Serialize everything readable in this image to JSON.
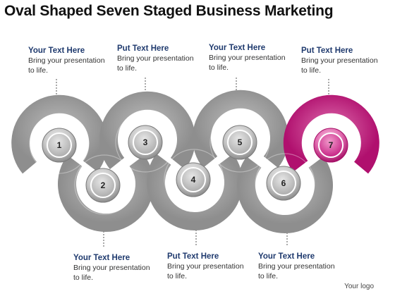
{
  "title": "Oval Shaped Seven Staged Business Marketing",
  "top_callouts": [
    {
      "heading": "Your Text Here",
      "body": "Bring your presentation to life."
    },
    {
      "heading": "Put Text Here",
      "body": "Bring your presentation to life."
    },
    {
      "heading": "Your Text Here",
      "body": "Bring your presentation to life."
    },
    {
      "heading": "Put Text Here",
      "body": "Bring your presentation to life."
    }
  ],
  "bottom_callouts": [
    {
      "heading": "Your Text Here",
      "body": "Bring your presentation to life."
    },
    {
      "heading": "Put Text Here",
      "body": "Bring your presentation to life."
    },
    {
      "heading": "Your Text Here",
      "body": "Bring your presentation to life."
    }
  ],
  "stages": [
    {
      "number": "1",
      "highlighted": false
    },
    {
      "number": "2",
      "highlighted": false
    },
    {
      "number": "3",
      "highlighted": false
    },
    {
      "number": "4",
      "highlighted": false
    },
    {
      "number": "5",
      "highlighted": false
    },
    {
      "number": "6",
      "highlighted": false
    },
    {
      "number": "7",
      "highlighted": true
    }
  ],
  "colors": {
    "ring_gray": "#9a9a9a",
    "ring_gray_dark": "#7c7c7c",
    "ring_gray_light": "#c4c4c4",
    "highlight": "#c2187e",
    "highlight_light": "#e48cc0",
    "heading_text": "#1f3a6e"
  },
  "footer_logo": "Your logo"
}
